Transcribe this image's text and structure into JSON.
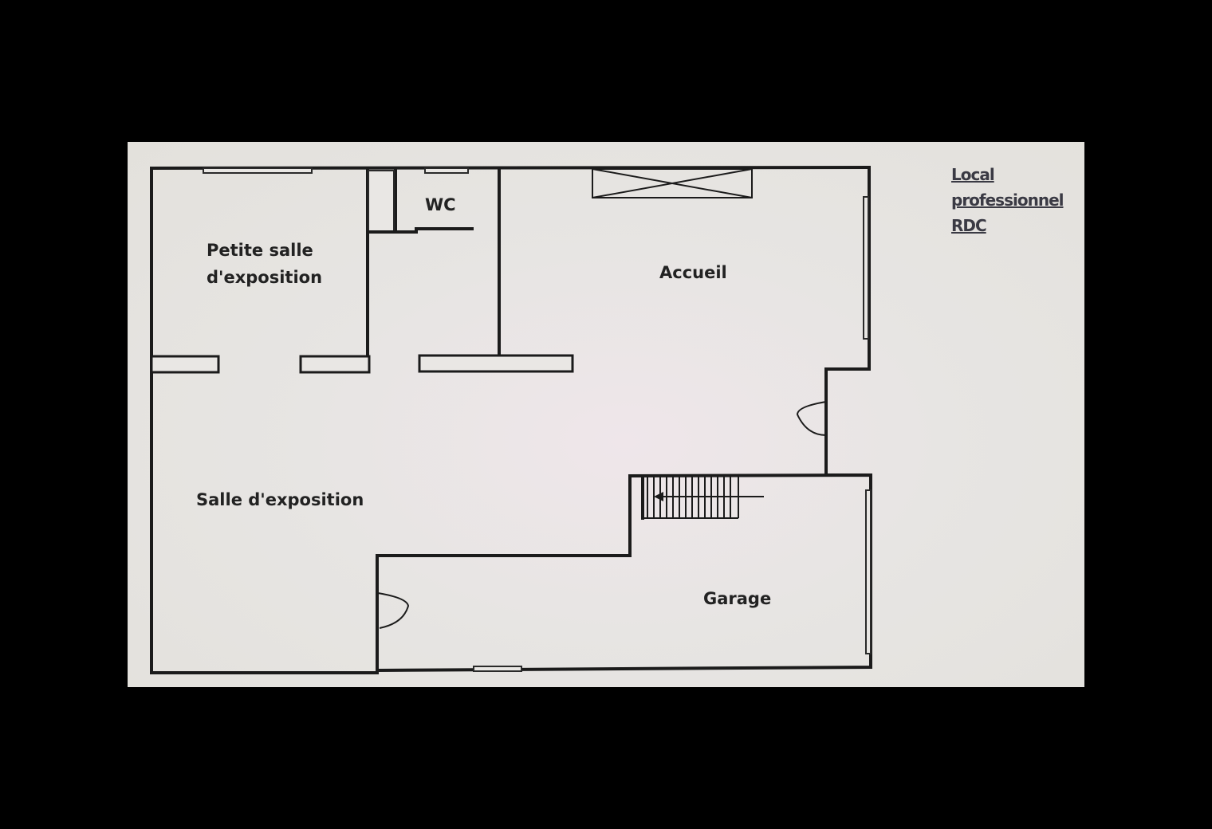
{
  "plan": {
    "legend": [
      "Local",
      "professionnel",
      "RDC"
    ],
    "rooms": {
      "petite_salle": [
        "Petite salle",
        "d'exposition"
      ],
      "wc": "WC",
      "accueil": "Accueil",
      "salle_exposition": "Salle d'exposition",
      "garage": "Garage"
    }
  },
  "colors": {
    "background": "#000000",
    "paper": "#e5e3df",
    "ink": "#1b1b1b",
    "legend": "#3a3a44"
  }
}
